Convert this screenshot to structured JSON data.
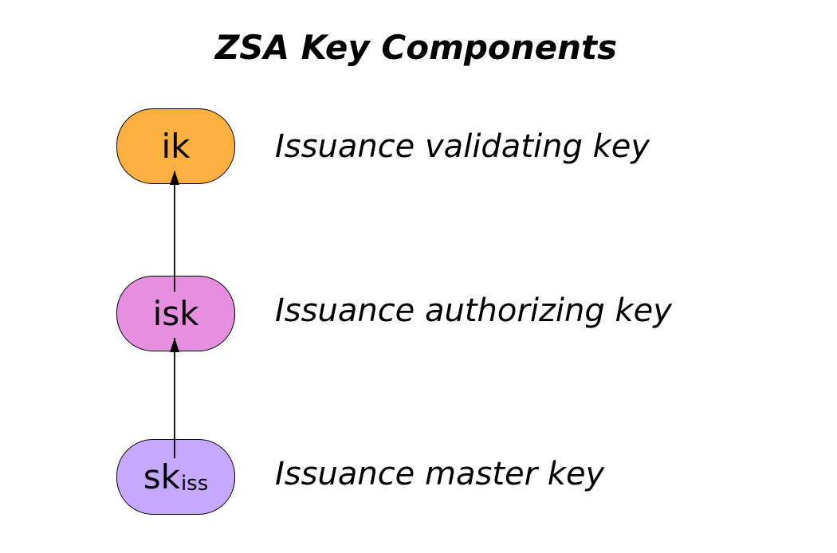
{
  "title": "ZSA Key Components",
  "colors": {
    "ik_fill": "#FBB040",
    "isk_fill": "#E58FDE",
    "sk_fill": "#C5A8FF",
    "border": "#000000"
  },
  "nodes": {
    "ik": {
      "label": "ik",
      "description": "Issuance validating key"
    },
    "isk": {
      "label": "isk",
      "description": "Issuance authorizing key"
    },
    "sk": {
      "label": "sk",
      "subscript": "iss",
      "description": "Issuance master key"
    }
  }
}
